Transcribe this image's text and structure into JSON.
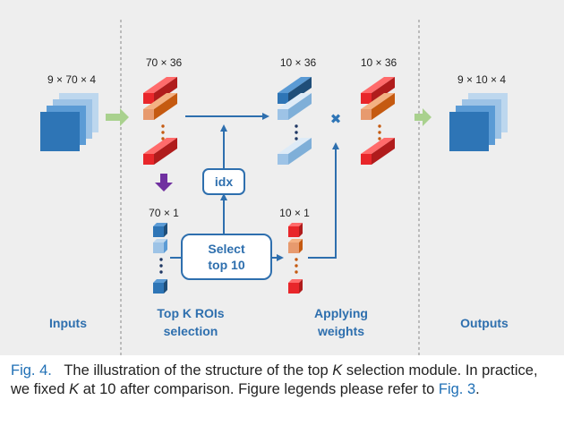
{
  "diagram": {
    "labels": {
      "input_dim": "9 × 70 × 4",
      "feat_dim": "70 × 36",
      "weighted_dim": "10 × 36",
      "output_feat_dim": "10 × 36",
      "output_dim": "9 × 10 × 4",
      "score_dim": "70 × 1",
      "topk_dim": "10 × 1",
      "idx": "idx",
      "select_line1": "Select",
      "select_line2": "top 10",
      "multiply": "✖"
    },
    "sections": {
      "inputs": "Inputs",
      "topk_line1": "Top K ROIs",
      "topk_line2": "selection",
      "apply_line1": "Applying",
      "apply_line2": "weights",
      "outputs": "Outputs"
    },
    "colors": {
      "red": "#e8262a",
      "orange": "#e79a6e",
      "blue": "#2e75b6",
      "light_blue": "#9dc3e6",
      "arrow_blue": "#2e6fae",
      "green": "#a9d18e",
      "purple": "#7030a0",
      "dots_orange": "#c55a11"
    }
  },
  "caption": {
    "prefix": "Fig. 4.",
    "text1": "The illustration of the structure of the top ",
    "k": "K",
    "text2": " selection module. In practice, we fixed ",
    "k2": "K",
    "text3": " at 10 after comparison. Figure legends please refer to ",
    "ref": "Fig. 3",
    "end": "."
  }
}
